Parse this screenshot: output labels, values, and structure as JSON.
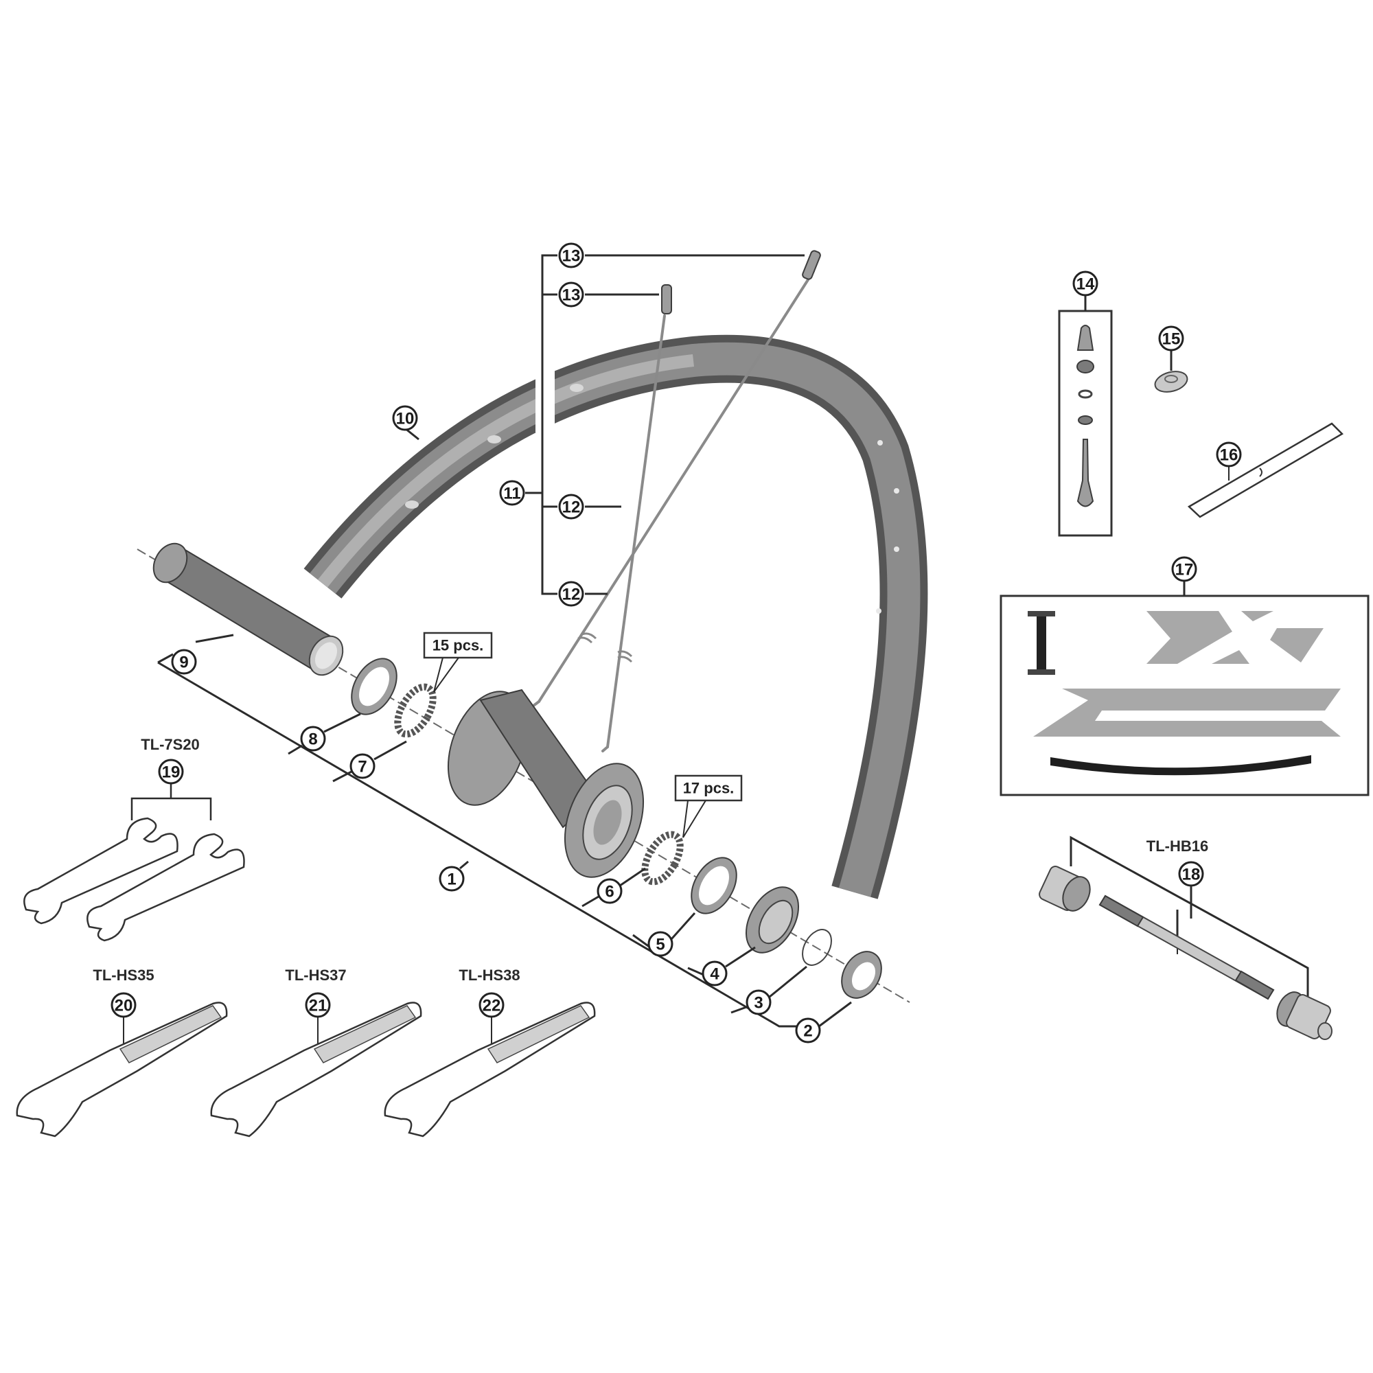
{
  "diagram": {
    "type": "exploded-parts-diagram",
    "subject": "Front wheel (hub, rim, spokes) with service tools",
    "background": "#ffffff",
    "line_color": "#2b2b2b",
    "part_fill_colors": {
      "dark": "#7b7b7b",
      "mid": "#9d9d9d",
      "light": "#c9c9c9",
      "decal": "#a8a8a8"
    }
  },
  "callouts": [
    {
      "id": "1",
      "label": "1",
      "part": "hub-assembly"
    },
    {
      "id": "2",
      "label": "2",
      "part": "end-cap"
    },
    {
      "id": "3",
      "label": "3",
      "part": "o-ring"
    },
    {
      "id": "4",
      "label": "4",
      "part": "bearing-cup"
    },
    {
      "id": "5",
      "label": "5",
      "part": "dust-seal"
    },
    {
      "id": "6",
      "label": "6",
      "part": "ball-retainer-right"
    },
    {
      "id": "7",
      "label": "7",
      "part": "ball-retainer-left"
    },
    {
      "id": "8",
      "label": "8",
      "part": "dust-seal-left"
    },
    {
      "id": "9",
      "label": "9",
      "part": "hub-axle"
    },
    {
      "id": "10",
      "label": "10",
      "part": "rim"
    },
    {
      "id": "11",
      "label": "11",
      "part": "spoke-set"
    },
    {
      "id": "12a",
      "label": "12",
      "part": "spoke"
    },
    {
      "id": "12b",
      "label": "12",
      "part": "spoke"
    },
    {
      "id": "13a",
      "label": "13",
      "part": "nipple"
    },
    {
      "id": "13b",
      "label": "13",
      "part": "nipple"
    },
    {
      "id": "14",
      "label": "14",
      "part": "tubeless-valve-set"
    },
    {
      "id": "15",
      "label": "15",
      "part": "valve-nut"
    },
    {
      "id": "16",
      "label": "16",
      "part": "rim-tape"
    },
    {
      "id": "17",
      "label": "17",
      "part": "sticker-set"
    },
    {
      "id": "18",
      "label": "18",
      "part": "hub-tool"
    },
    {
      "id": "19",
      "label": "19",
      "part": "cone-wrench-pair"
    },
    {
      "id": "20",
      "label": "20",
      "part": "hub-wrench"
    },
    {
      "id": "21",
      "label": "21",
      "part": "hub-wrench"
    },
    {
      "id": "22",
      "label": "22",
      "part": "hub-wrench"
    }
  ],
  "quantity_labels": {
    "left_balls": "15 pcs.",
    "right_balls": "17 pcs."
  },
  "tool_labels": {
    "tl_7s20": "TL-7S20",
    "tl_hs35": "TL-HS35",
    "tl_hs37": "TL-HS37",
    "tl_hs38": "TL-HS38",
    "tl_hb16": "TL-HB16"
  }
}
